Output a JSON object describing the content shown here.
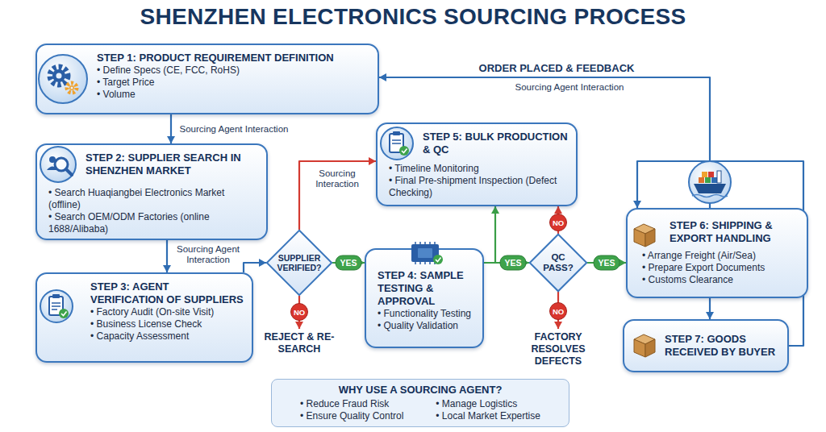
{
  "diagram": {
    "title": "SHENZHEN ELECTRONICS SOURCING PROCESS",
    "nodes": [
      {
        "text": [
          "STEP 1: PRODUCT REQUIREMENT DEFINITION",
          "• Define Specs (CE, FCC, RoHS)",
          "• Target Price",
          "• Volume"
        ]
      },
      {
        "text": [
          "STEP 2: SUPPLIER SEARCH IN SHENZHEN MARKET",
          "• Search Huaqiangbei Electronics Market (offline)",
          "• Search OEM/ODM Factories (online 1688/Alibaba)"
        ]
      },
      {
        "text": [
          "STEP 3: AGENT VERIFICATION OF SUPPLIERS",
          "• Factory Audit (On-site Visit)",
          "• Business License Check",
          "• Capacity Assessment"
        ]
      },
      {
        "text": [
          "SUPPLIER VERIFIED?"
        ]
      },
      {
        "text": [
          "REJECT & RE-SEARCH"
        ]
      },
      {
        "text": [
          "STEP 4: SAMPLE TESTING & APPROVAL",
          "• Functionality Testing",
          "• Quality Validation"
        ]
      },
      {
        "text": [
          "STEP 5: BULK PRODUCTION & QC",
          "• Timeline Monitoring",
          "• Final Pre-shipment Inspection (Defect Checking)"
        ]
      },
      {
        "text": [
          "QC PASS?"
        ]
      },
      {
        "text": [
          "FACTORY RESOLVES DEFECTS"
        ]
      },
      {
        "text": [
          "STEP 6: SHIPPING & EXPORT HANDLING",
          "• Arrange Freight (Air/Sea)",
          "• Prepare Export Documents",
          "• Customs Clearance"
        ]
      },
      {
        "text": [
          "STEP 7: GOODS RECEIVED BY BUYER"
        ]
      },
      {
        "text": [
          "WHY USE A SOURCING AGENT?",
          "• Reduce Fraud Risk",
          "• Manage Logistics",
          "• Ensure Quality Control",
          "• Local Market Expertise"
        ]
      }
    ],
    "edges": [
      {
        "from": 0,
        "to": 1,
        "label": "Sourcing Agent Interaction",
        "arrow": "to"
      },
      {
        "from": 1,
        "to": 2,
        "label": "Sourcing Agent Interaction",
        "arrow": "to"
      },
      {
        "from": 2,
        "to": 3,
        "arrow": "to"
      },
      {
        "from": 3,
        "to": 5,
        "label": "YES",
        "arrow": "to"
      },
      {
        "from": 3,
        "to": 4,
        "label": "NO",
        "arrow": "to"
      },
      {
        "from": 3,
        "to": 6,
        "label": "Sourcing Interaction",
        "arrow": "to"
      },
      {
        "from": 5,
        "to": 6,
        "arrow": "to"
      },
      {
        "from": 5,
        "to": 7,
        "label": "YES",
        "arrow": "to"
      },
      {
        "from": 7,
        "to": 9,
        "label": "YES",
        "arrow": "to"
      },
      {
        "from": 7,
        "to": 8,
        "label": "NO",
        "arrow": "to"
      },
      {
        "from": 7,
        "to": 6,
        "label": "NO",
        "arrow": "to"
      },
      {
        "from": 9,
        "to": 10,
        "arrow": "to"
      },
      {
        "from": 10,
        "to": 9,
        "arrow": "to"
      },
      {
        "from": 9,
        "to": 0,
        "label": "ORDER PLACED & FEEDBACK",
        "arrow": "to"
      }
    ],
    "labels": [
      "Sourcing Agent Interaction"
    ]
  }
}
